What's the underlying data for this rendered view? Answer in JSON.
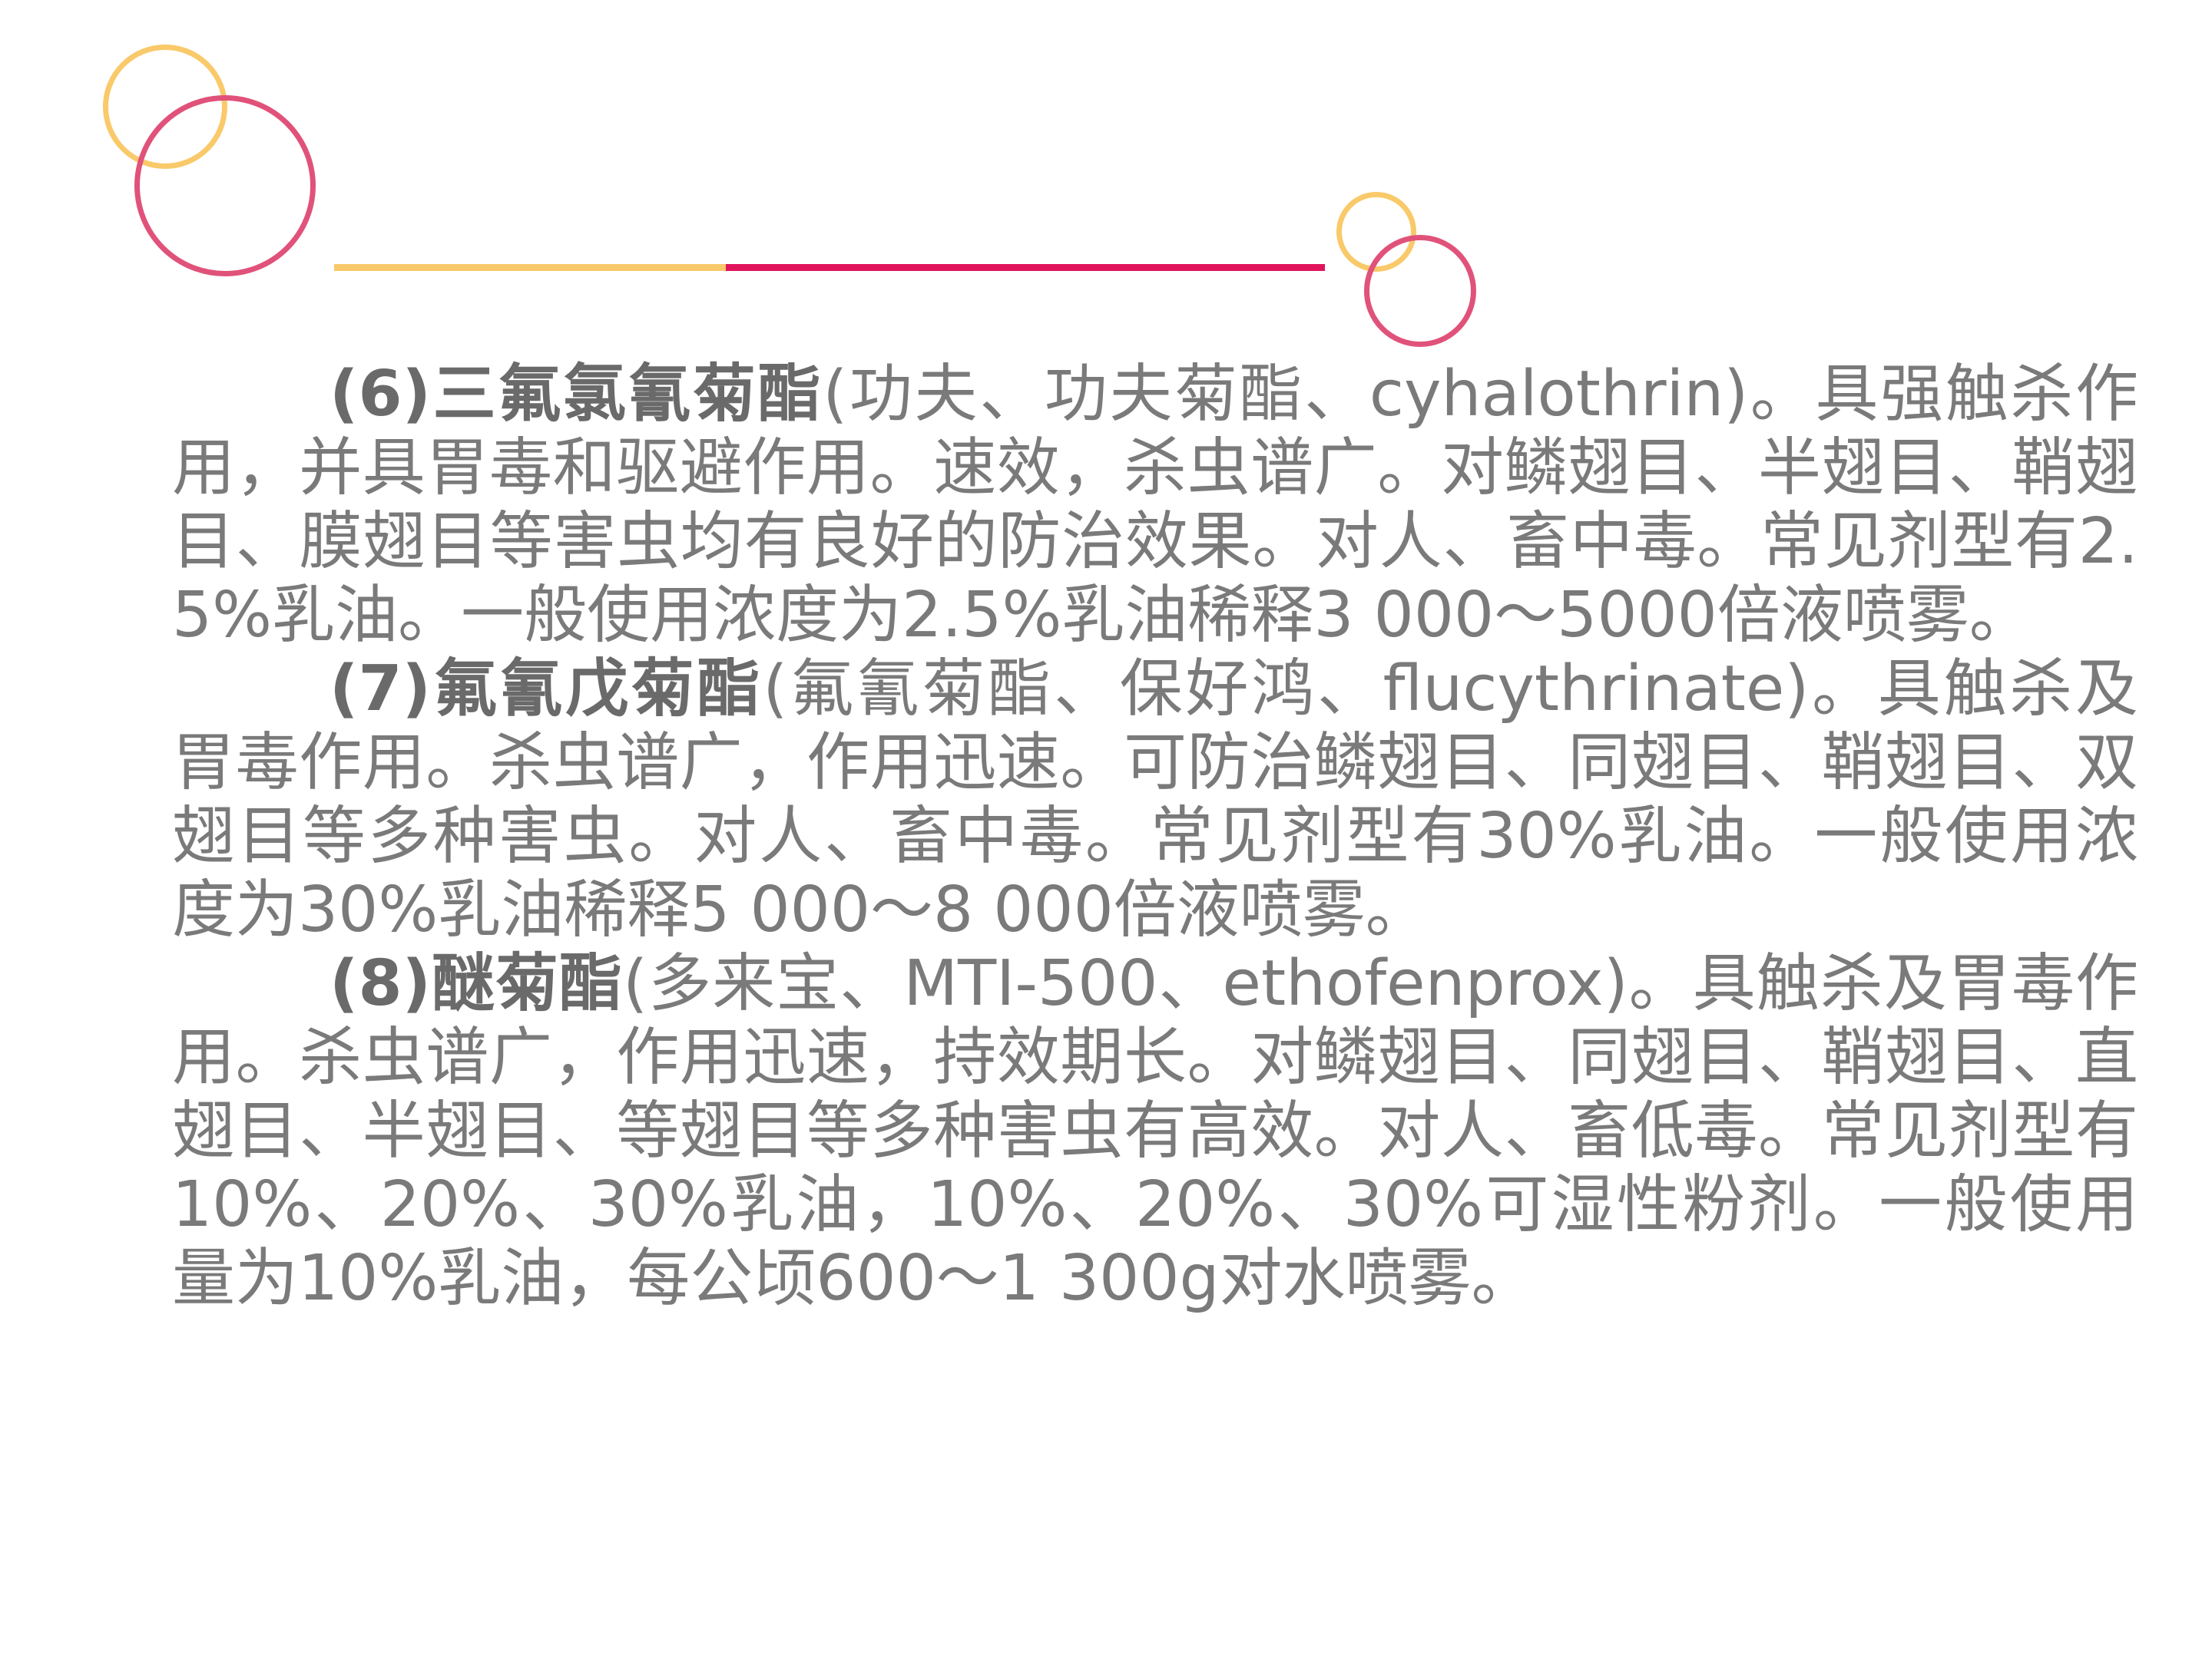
{
  "decor": {
    "colors": {
      "yellow": "#f9c96a",
      "pink": "#e0527a",
      "magenta_line": "#e0145a",
      "text": "#7a7a7a"
    }
  },
  "paragraphs": [
    {
      "lead": "(6)三氟氯氰菊酯",
      "body": "(功夫、功夫菊酯、cyhalothrin)。具强触杀作用，并具胃毒和驱避作用。速效，杀虫谱广。对鳞翅目、半翅目、鞘翅目、膜翅目等害虫均有良好的防治效果。对人、畜中毒。常见剂型有2.5%乳油。一般使用浓度为2.5%乳油稀释3 000～5000倍液喷雾。"
    },
    {
      "lead": "(7)氟氰戊菊酯",
      "body": "(氟氰菊酯、保好鸿、flucythrinate)。具触杀及胃毒作用。杀虫谱广，作用迅速。可防治鳞翅目、同翅目、鞘翅目、双翅目等多种害虫。对人、畜中毒。常见剂型有30%乳油。一般使用浓度为30%乳油稀释5 000～8 000倍液喷雾。"
    },
    {
      "lead": "(8)醚菊酯",
      "body": "(多来宝、MTI-500、ethofenprox)。具触杀及胃毒作用。杀虫谱广，作用迅速，持效期长。对鳞翅目、同翅目、鞘翅目、直翅目、半翅目、等翅目等多种害虫有高效。对人、畜低毒。常见剂型有10%、20%、30%乳油，10%、20%、30%可湿性粉剂。一般使用量为10%乳油，每公顷600～1 300g对水喷雾。"
    }
  ]
}
